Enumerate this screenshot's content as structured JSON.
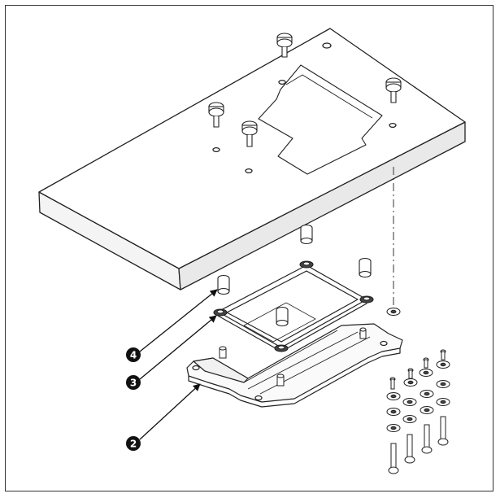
{
  "figure": {
    "type": "exploded-assembly-diagram",
    "components": [
      "table-top",
      "hinge-rubber-cushions",
      "oil-pan-frame",
      "oil-pan-base",
      "mounting-bolts-washers-nuts"
    ]
  },
  "callouts": [
    {
      "number": "4",
      "target": "rubber-cushion"
    },
    {
      "number": "3",
      "target": "cushion-frame"
    },
    {
      "number": "2",
      "target": "oil-pan-base"
    }
  ]
}
